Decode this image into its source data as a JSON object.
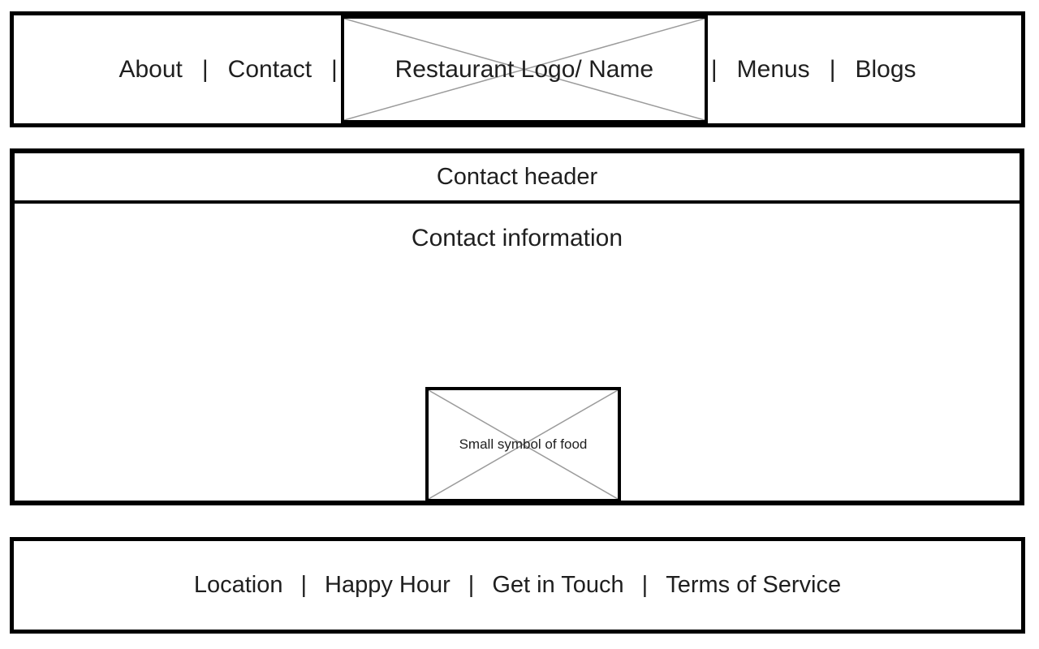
{
  "nav": {
    "links": [
      "About",
      "Contact",
      "Menus",
      "Blogs"
    ],
    "separator": "|",
    "logo_label": "Restaurant Logo/ Name"
  },
  "contact": {
    "header": "Contact header",
    "body_title": "Contact information",
    "image_label": "Small symbol of food"
  },
  "footer": {
    "links": [
      "Location",
      "Happy Hour",
      "Get in Touch",
      "Terms of Service"
    ],
    "separator": "|"
  },
  "colors": {
    "border_color": "#000000",
    "text_color": "#1f1f1f",
    "placeholder_line_color": "#9b9b9b",
    "background_color": "#ffffff"
  }
}
